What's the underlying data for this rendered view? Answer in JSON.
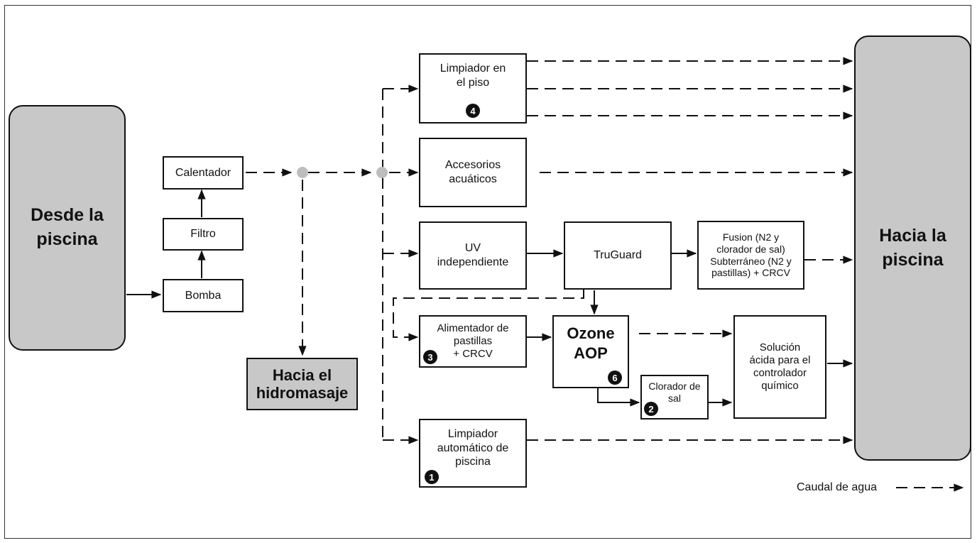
{
  "pools": {
    "from": "Desde la\npiscina",
    "to": "Hacia la\npiscina"
  },
  "spa": "Hacia el\nhidromasaje",
  "equipment": {
    "heater": "Calentador",
    "filter": "Filtro",
    "pump": "Bomba"
  },
  "boxes": {
    "floor_cleaner": "Limpiador en\nel piso",
    "water_features": "Accesorios\nacuáticos",
    "uv": "UV\nindependiente",
    "truguard": "TruGuard",
    "fusion": "Fusion (N2 y\nclorador de sal)\nSubterráneo (N2 y\npastillas) + CRCV",
    "tablet_feeder": "Alimentador de\npastillas\n+ CRCV",
    "ozone": "Ozone\nAOP",
    "salt_chlorinator": "Clorador de\nsal",
    "acid": "Solución\nácida para el\ncontrolador\nquímico",
    "auto_cleaner": "Limpiador\nautomático de\npiscina"
  },
  "badges": {
    "floor_cleaner": "4",
    "tablet_feeder": "3",
    "ozone": "6",
    "salt_chlorinator": "2",
    "auto_cleaner": "1"
  },
  "legend": {
    "label": "Caudal de agua"
  },
  "colors": {
    "pool_fill": "#c8c8c8",
    "junction": "#bdbdbd",
    "line": "#111111"
  }
}
